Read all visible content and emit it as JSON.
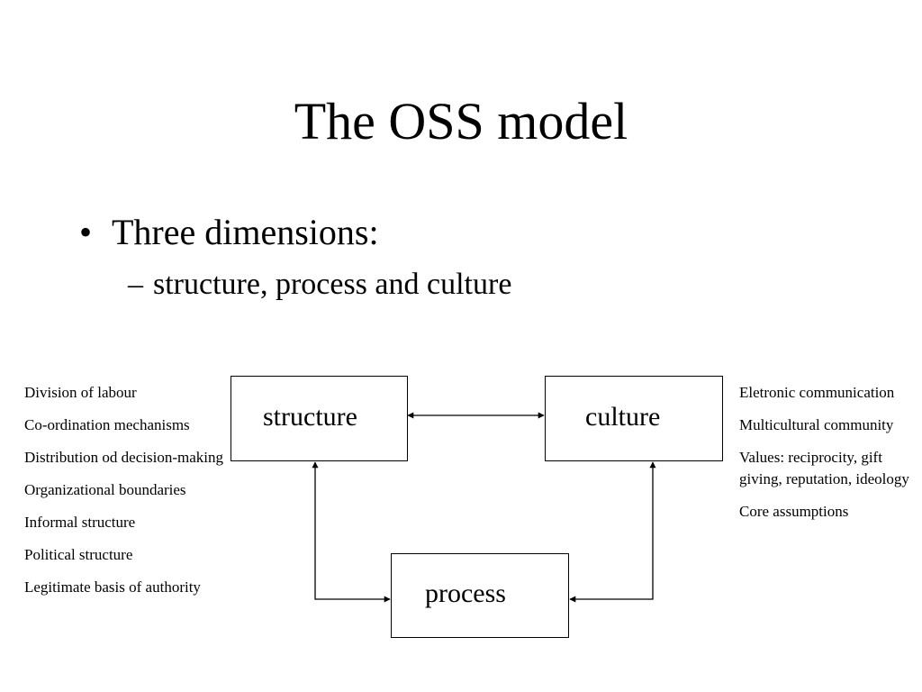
{
  "slide": {
    "title": "The OSS model",
    "bullet": {
      "mark": "•",
      "text": "Three dimensions:"
    },
    "sub_bullet": {
      "mark": "–",
      "text": "structure, process and culture"
    }
  },
  "diagram": {
    "nodes": {
      "structure": "structure",
      "culture": "culture",
      "process": "process"
    },
    "edges": [
      {
        "from": "structure",
        "to": "culture",
        "direction": "both"
      },
      {
        "from": "structure",
        "to": "process",
        "direction": "both"
      },
      {
        "from": "culture",
        "to": "process",
        "direction": "both"
      }
    ]
  },
  "structure_factors": [
    "Division of labour",
    "Co-ordination mechanisms",
    "Distribution od decision-making",
    "Organizational boundaries",
    "Informal structure",
    "Political structure",
    "Legitimate basis of authority"
  ],
  "culture_factors": [
    "Eletronic communication",
    "Multicultural community",
    "Values: reciprocity, gift giving, reputation, ideology",
    "Core assumptions"
  ]
}
